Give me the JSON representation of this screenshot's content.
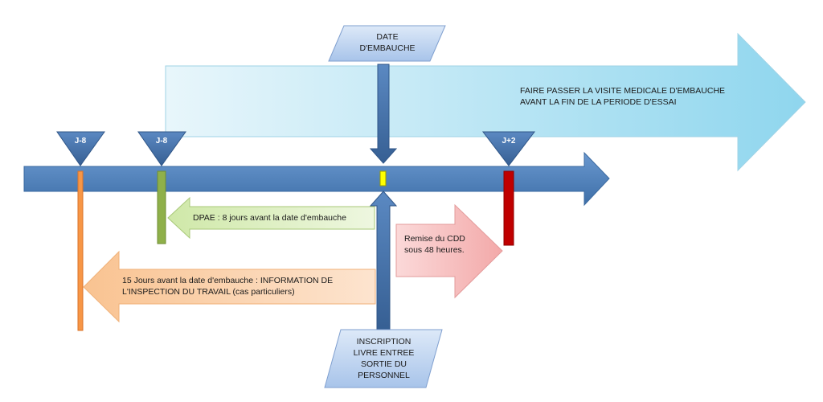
{
  "markers": {
    "left_1": "J-8",
    "left_2": "J-8",
    "right": "J+2"
  },
  "boxes": {
    "date_embauche": "DATE\nD'EMBAUCHE",
    "inscription": "INSCRIPTION\nLIVRE ENTREE\nSORTIE DU\nPERSONNEL"
  },
  "arrows": {
    "visite_medicale": "FAIRE PASSER LA VISITE MEDICALE D'EMBAUCHE\nAVANT LA FIN DE LA PERIODE D'ESSAI",
    "dpae": "DPAE : 8 jours avant la date d'embauche",
    "remise_cdd": "Remise du CDD\nsous 48 heures.",
    "inspection": "15 Jours avant la date d'embauche : INFORMATION DE\nL'INSPECTION DU TRAVAIL (cas particuliers)"
  },
  "colors": {
    "timeline": "#4f81bd",
    "light_blue_arrow": "#c6eaf6",
    "green_bar": "#8fb04a",
    "light_green_arrow": "#dff0c8",
    "orange_bar": "#f79646",
    "peach_arrow": "#fcd5b5",
    "red_bar": "#c00000",
    "pink_arrow": "#f7c3c3",
    "yellow_tick": "#ffff00"
  }
}
